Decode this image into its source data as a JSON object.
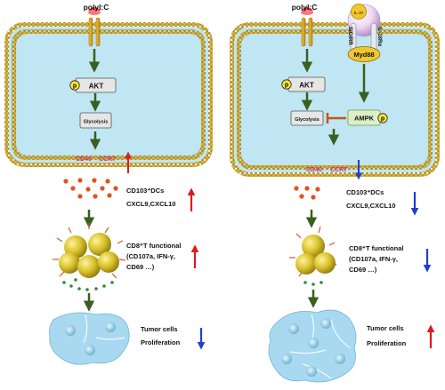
{
  "left_panel": {
    "receptor_label": "polyI:C",
    "node_akt": "AKT",
    "node_glycolysis": "Glycolysis",
    "phospho_symbol": "p",
    "membrane_marker_1": "CD40",
    "membrane_marker_2": "CCR7",
    "dc_label": "CD103⁺DCs",
    "chemokine_label": "CXCL9,CXCL10",
    "cd8_line1": "CD8⁺T functional",
    "cd8_line2": "(CD107a, IFN-γ,",
    "cd8_line3": "CD69 …)",
    "tumor_line1": "Tumor cells",
    "tumor_line2": "Proliferation"
  },
  "right_panel": {
    "receptor_label": "polyI:C",
    "ligand_label": "IL-37",
    "receptor_sigirr": "SIGIRR",
    "receptor_il18": "IL-18Rα",
    "adaptor_label": "Myd88",
    "node_akt": "AKT",
    "node_ampk": "AMPK",
    "node_glycolysis": "Glycolysis",
    "phospho_symbol": "p",
    "membrane_marker_1": "CD40",
    "membrane_marker_2": "CCR7",
    "dc_label": "CD103⁺DCs",
    "chemokine_label": "CXCL9,CXCL10",
    "cd8_line1": "CD8⁺T functional",
    "cd8_line2": "(CD107a, IFN-γ,",
    "cd8_line3": "CD69 …)",
    "tumor_line1": "Tumor cells",
    "tumor_line2": "Proliferation"
  },
  "colors": {
    "up_arrow": "#e01b1b",
    "down_arrow": "#1f3fd0",
    "pathway_arrow": "#3a5f1e",
    "inhibit_arrow": "#c0561d",
    "membrane": "#c9a22a",
    "cytoplasm": "#bfe6f2",
    "t_cell": "#d8c12a",
    "tumor": "#9fd3ef"
  }
}
